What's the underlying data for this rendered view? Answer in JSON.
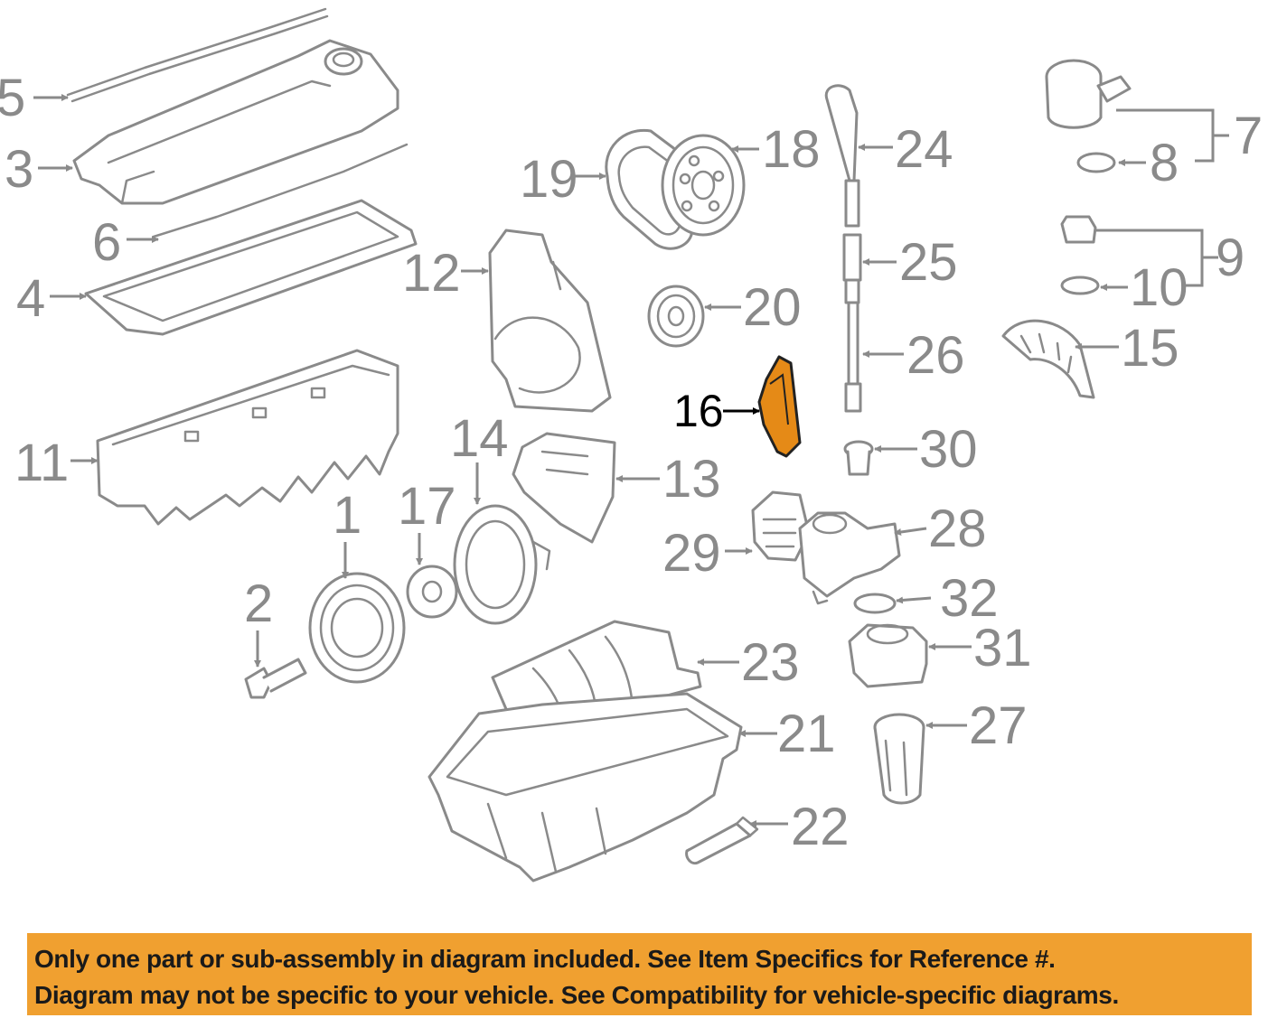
{
  "callouts": {
    "c1": "1",
    "c2": "2",
    "c3": "3",
    "c4": "4",
    "c5": "5",
    "c6": "6",
    "c7": "7",
    "c8": "8",
    "c9": "9",
    "c10": "10",
    "c11": "11",
    "c12": "12",
    "c13": "13",
    "c14": "14",
    "c15": "15",
    "c16": "16",
    "c17": "17",
    "c18": "18",
    "c19": "19",
    "c20": "20",
    "c21": "21",
    "c22": "22",
    "c23": "23",
    "c24": "24",
    "c25": "25",
    "c26": "26",
    "c27": "27",
    "c28": "28",
    "c29": "29",
    "c30": "30",
    "c31": "31",
    "c32": "32"
  },
  "highlighted_part": "16",
  "banner": {
    "line1": "Only one part or sub-assembly in diagram included. See Item Specifics for Reference #.",
    "line2": "Diagram may not be specific to your vehicle. See Compatibility for vehicle-specific diagrams."
  },
  "colors": {
    "highlight": "#e58a17",
    "banner_bg": "#f0a030",
    "line_art": "#8a8a8a"
  }
}
